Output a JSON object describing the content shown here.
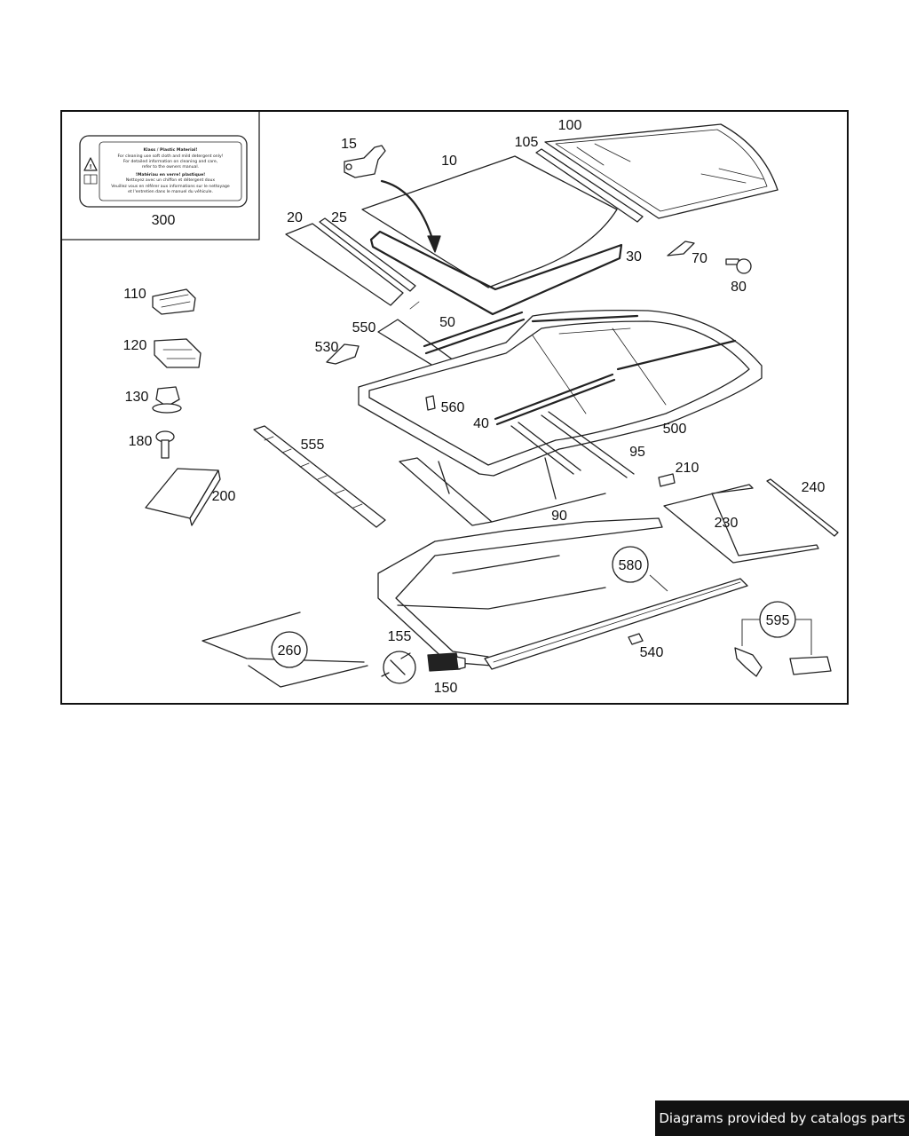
{
  "diagram": {
    "label_sticker_text": [
      "Klass / Plastic Material!",
      "For cleaning use soft cloth and mild detergent only!",
      "For detailed information on cleaning and care,",
      "refer to the owners manual.",
      "!Matériau en verre! plastique!",
      "Nettoyez avec un chiffon et détergent doux",
      "Veuillez vous en référer aux informations sur le nettoyage",
      "et l'entretien dans le manuel du véhicule."
    ],
    "part_numbers": {
      "p300": "300",
      "p15": "15",
      "p10": "10",
      "p105": "105",
      "p100": "100",
      "p20": "20",
      "p25": "25",
      "p30": "30",
      "p70": "70",
      "p80": "80",
      "p110": "110",
      "p120": "120",
      "p130": "130",
      "p180": "180",
      "p200": "200",
      "p550": "550",
      "p50": "50",
      "p530": "530",
      "p560": "560",
      "p40": "40",
      "p500": "500",
      "p555": "555",
      "p95": "95",
      "p210": "210",
      "p240": "240",
      "p230": "230",
      "p90": "90",
      "p580": "580",
      "p595": "595",
      "p260": "260",
      "p155": "155",
      "p150": "150",
      "p540": "540"
    }
  },
  "footer": {
    "credit": "Diagrams provided by catalogs parts"
  }
}
